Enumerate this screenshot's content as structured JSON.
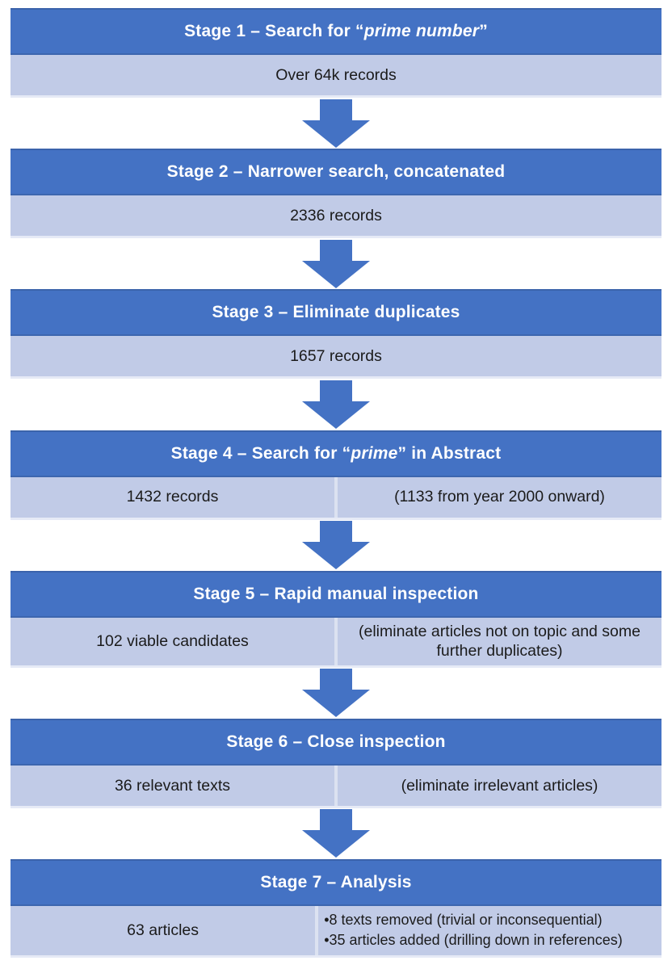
{
  "figure": {
    "type": "flowchart",
    "description": "Seven-stage literature search funnel",
    "colors": {
      "header_blue": "#4472C4",
      "header_border": "#3B63AB",
      "body_light_blue": "#C1CBE7",
      "divider": "#DCE2F1",
      "arrow_blue": "#4472C4",
      "header_text": "#FFFFFF",
      "body_text": "#1B1B1B"
    }
  },
  "stages": [
    {
      "title_parts": [
        {
          "text": "Stage 1 – Search for “",
          "italic": false
        },
        {
          "text": "prime number",
          "italic": true
        },
        {
          "text": "”",
          "italic": false
        }
      ],
      "cells": [
        {
          "text": "Over 64k records"
        }
      ]
    },
    {
      "title_parts": [
        {
          "text": "Stage 2 – Narrower search, concatenated",
          "italic": false
        }
      ],
      "cells": [
        {
          "text": "2336 records"
        }
      ]
    },
    {
      "title_parts": [
        {
          "text": "Stage 3 – Eliminate duplicates",
          "italic": false
        }
      ],
      "cells": [
        {
          "text": "1657 records"
        }
      ]
    },
    {
      "title_parts": [
        {
          "text": "Stage 4 – Search for “",
          "italic": false
        },
        {
          "text": "prime",
          "italic": true
        },
        {
          "text": "” in Abstract",
          "italic": false
        }
      ],
      "cells": [
        {
          "text": "1432 records"
        },
        {
          "text": "(1133 from year 2000 onward)"
        }
      ]
    },
    {
      "title_parts": [
        {
          "text": "Stage 5 – Rapid manual inspection",
          "italic": false
        }
      ],
      "cells": [
        {
          "text": "102 viable candidates"
        },
        {
          "text": "(eliminate articles not on topic and some further duplicates)"
        }
      ]
    },
    {
      "title_parts": [
        {
          "text": "Stage 6 – Close inspection",
          "italic": false
        }
      ],
      "cells": [
        {
          "text": "36 relevant texts"
        },
        {
          "text": "(eliminate irrelevant articles)"
        }
      ]
    },
    {
      "title_parts": [
        {
          "text": "Stage 7 – Analysis",
          "italic": false
        }
      ],
      "cells": [
        {
          "text": "63 articles"
        },
        {
          "bullets": [
            "•8 texts removed (trivial or inconsequential)",
            "•35 articles added (drilling down in references)"
          ]
        }
      ]
    }
  ]
}
